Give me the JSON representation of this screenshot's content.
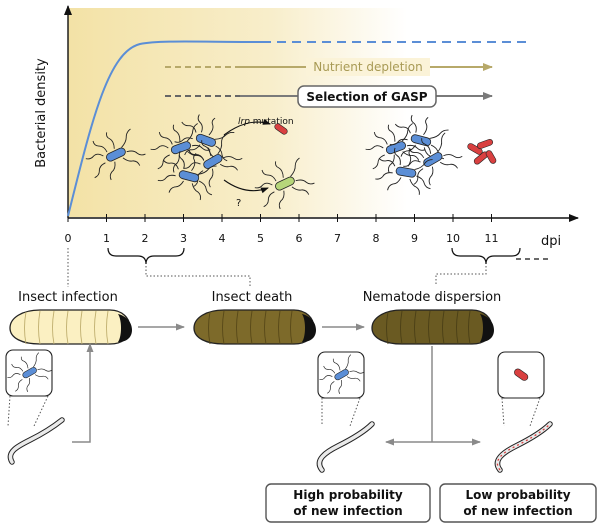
{
  "plot": {
    "y_axis_label": "Bacterial density",
    "x_axis_label": "dpi",
    "x_ticks": [
      "0",
      "1",
      "2",
      "3",
      "4",
      "5",
      "6",
      "7",
      "8",
      "9",
      "10",
      "11"
    ],
    "nutrient_label": "Nutrient depletion",
    "gasp_label": "Selection of GASP",
    "lrp_italic": "lrp",
    "lrp_rest": " mutation",
    "question": "?"
  },
  "stages": {
    "infection": "Insect infection",
    "death": "Insect death",
    "dispersion": "Nematode dispersion"
  },
  "outcomes": {
    "high_line1": "High probability",
    "high_line2": "of new infection",
    "low_line1": "Low probability",
    "low_line2": "of new infection"
  },
  "colors": {
    "growth_curve": "#5b8ed6",
    "nutrient_arrow": "#b7a96a",
    "gasp_arrow": "#7a7a7a",
    "background_gradient": "#f7e9b8",
    "healthy_bacteria": "#5b8ed6",
    "mutant_bacteria": "#d94040",
    "intermediate_bacteria": "#b6d67a",
    "larva_alive": "#fbf0c2",
    "larva_dead": "#7d6a2a",
    "larva_dispersing": "#6a5a22"
  }
}
